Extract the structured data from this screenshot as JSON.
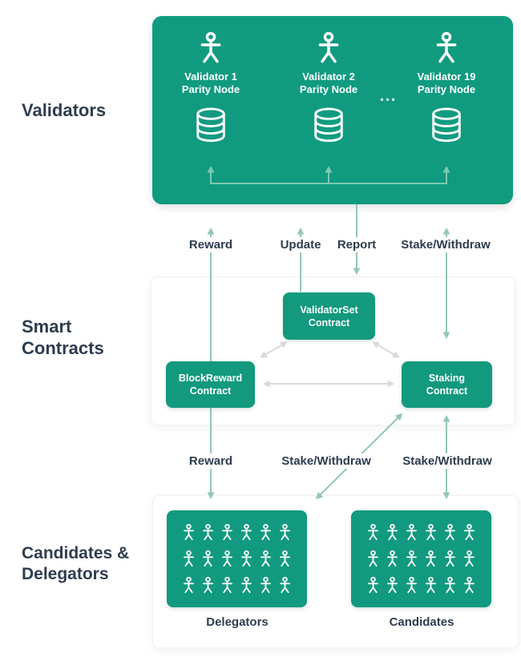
{
  "sections": {
    "validators_label": "Validators",
    "smart_contracts_label": "Smart Contracts",
    "candidates_delegators_label": "Candidates & Delegators"
  },
  "validators": {
    "nodes": [
      {
        "name": "Validator 1",
        "sub": "Parity Node"
      },
      {
        "name": "Validator 2",
        "sub": "Parity Node"
      },
      {
        "name": "Validator 19",
        "sub": "Parity Node"
      }
    ],
    "ellipsis": "..."
  },
  "flows": {
    "top": [
      {
        "label": "Reward"
      },
      {
        "label": "Update"
      },
      {
        "label": "Report"
      },
      {
        "label": "Stake/Withdraw"
      }
    ],
    "bottom": [
      {
        "label": "Reward"
      },
      {
        "label": "Stake/Withdraw"
      },
      {
        "label": "Stake/Withdraw"
      }
    ]
  },
  "contracts": {
    "validator_set": {
      "line1": "ValidatorSet",
      "line2": "Contract"
    },
    "block_reward": {
      "line1": "BlockReward",
      "line2": "Contract"
    },
    "staking": {
      "line1": "Staking",
      "line2": "Contract"
    }
  },
  "groups": {
    "delegators": {
      "label": "Delegators",
      "rows": 3,
      "cols": 6
    },
    "candidates": {
      "label": "Candidates",
      "rows": 3,
      "cols": 6
    }
  },
  "icons": {
    "person": "person-icon",
    "database": "database-icon"
  },
  "colors": {
    "green": "#109b80",
    "arrow_green": "#94c7b1",
    "arrow_mint": "#7fc9b2",
    "arrow_gray": "#d9d9d9",
    "text_dark": "#2d3d4f"
  }
}
